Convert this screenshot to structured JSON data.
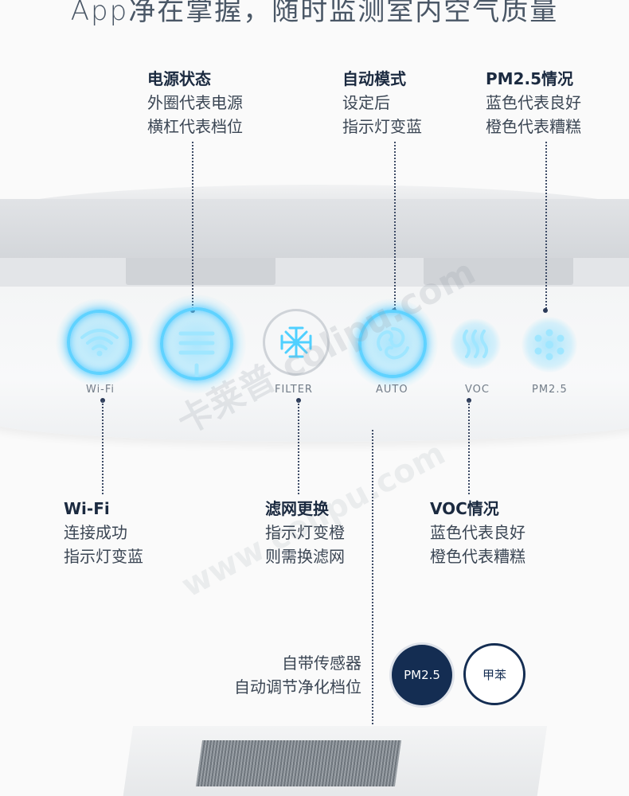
{
  "headline": "App净在掌握，随时监测室内空气质量",
  "callouts": {
    "power": {
      "title": "电源状态",
      "lines": [
        "外圈代表电源",
        "横杠代表档位"
      ]
    },
    "auto": {
      "title": "自动模式",
      "lines": [
        "设定后",
        "指示灯变蓝"
      ]
    },
    "pm25": {
      "title": "PM2.5情况",
      "lines": [
        "蓝色代表良好",
        "橙色代表糟糕"
      ]
    },
    "wifi": {
      "title": "Wi-Fi",
      "lines": [
        "连接成功",
        "指示灯变蓝"
      ]
    },
    "filter": {
      "title": "滤网更换",
      "lines": [
        "指示灯变橙",
        "则需换滤网"
      ]
    },
    "voc": {
      "title": "VOC情况",
      "lines": [
        "蓝色代表良好",
        "橙色代表糟糕"
      ]
    }
  },
  "panel_labels": {
    "wifi": "Wi-Fi",
    "filter": "FILTER",
    "auto": "AUTO",
    "voc": "VOC",
    "pm25": "PM2.5"
  },
  "icons": [
    "wifi-icon",
    "power-icon",
    "filter-icon",
    "auto-icon",
    "voc-icon",
    "pm25-icon"
  ],
  "sensor": {
    "lines": [
      "自带传感器",
      "自动调节净化档位"
    ],
    "badges": [
      "PM2.5",
      "甲苯"
    ]
  },
  "watermark": [
    "卡莱普",
    "colipu.com",
    "www.colipu.com"
  ],
  "colors": {
    "glow": "#5fd2ff",
    "navy": "#142d52",
    "line": "#3d4b66"
  }
}
